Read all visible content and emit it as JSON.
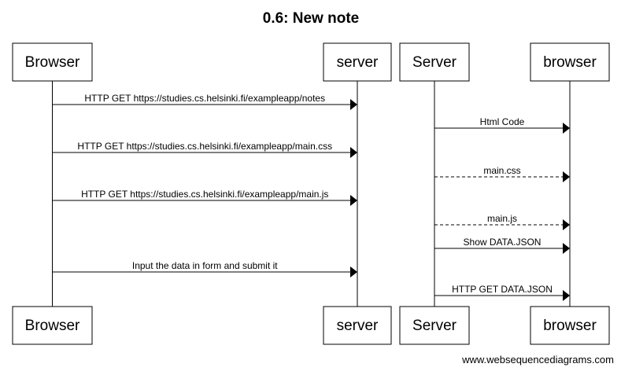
{
  "title": "0.6: New note",
  "actors": [
    {
      "id": "browser_left",
      "label": "Browser"
    },
    {
      "id": "server_left",
      "label": "server"
    },
    {
      "id": "server_right",
      "label": "Server"
    },
    {
      "id": "browser_right",
      "label": "browser"
    }
  ],
  "messages": [
    {
      "from": "browser_left",
      "to": "server_left",
      "label": "HTTP GET https://studies.cs.helsinki.fi/exampleapp/notes",
      "style": "solid"
    },
    {
      "from": "server_right",
      "to": "browser_right",
      "label": "Html Code",
      "style": "solid"
    },
    {
      "from": "browser_left",
      "to": "server_left",
      "label": "HTTP GET https://studies.cs.helsinki.fi/exampleapp/main.css",
      "style": "solid"
    },
    {
      "from": "server_right",
      "to": "browser_right",
      "label": "main.css",
      "style": "dashed"
    },
    {
      "from": "browser_left",
      "to": "server_left",
      "label": "HTTP GET https://studies.cs.helsinki.fi/exampleapp/main.js",
      "style": "solid"
    },
    {
      "from": "server_right",
      "to": "browser_right",
      "label": "main.js",
      "style": "dashed"
    },
    {
      "from": "server_right",
      "to": "browser_right",
      "label": "Show DATA.JSON",
      "style": "solid"
    },
    {
      "from": "browser_left",
      "to": "server_left",
      "label": "Input the data in form and submit it",
      "style": "solid"
    },
    {
      "from": "server_right",
      "to": "browser_right",
      "label": "HTTP GET DATA.JSON",
      "style": "solid"
    }
  ],
  "credit": "www.websequencediagrams.com"
}
